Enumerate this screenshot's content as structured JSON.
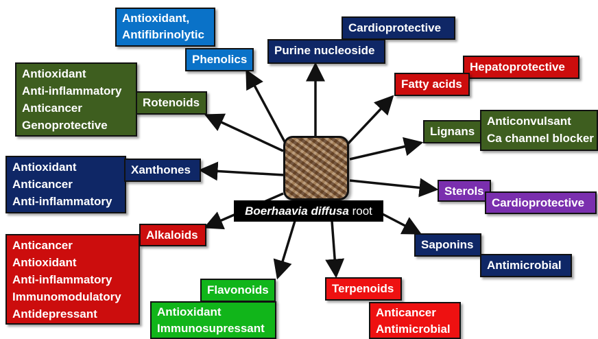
{
  "center": {
    "label_scientific": "Boerhaavia diffusa",
    "label_part": "root"
  },
  "groups": {
    "phenolics": {
      "name": "Phenolics",
      "activities": [
        "Antioxidant,",
        "Antifibrinolytic"
      ]
    },
    "purine": {
      "name": "Purine nucleoside",
      "activities": [
        "Cardioprotective"
      ]
    },
    "fatty_acids": {
      "name": "Fatty acids",
      "activities": [
        "Hepatoprotective"
      ]
    },
    "rotenoids": {
      "name": "Rotenoids",
      "activities": [
        "Antioxidant",
        "Anti-inflammatory",
        "Anticancer",
        "Genoprotective"
      ]
    },
    "lignans": {
      "name": "Lignans",
      "activities": [
        "Anticonvulsant",
        "Ca channel blocker"
      ]
    },
    "xanthones": {
      "name": "Xanthones",
      "activities": [
        "Antioxidant",
        "Anticancer",
        "Anti-inflammatory"
      ]
    },
    "sterols": {
      "name": "Sterols",
      "activities": [
        "Cardioprotective"
      ]
    },
    "alkaloids": {
      "name": "Alkaloids",
      "activities": [
        "Anticancer",
        "Antioxidant",
        "Anti-inflammatory",
        "Immunomodulatory",
        "Antidepressant"
      ]
    },
    "saponins": {
      "name": "Saponins",
      "activities": [
        "Antimicrobial"
      ]
    },
    "flavonoids": {
      "name": "Flavonoids",
      "activities": [
        "Antioxidant",
        "Immunosupressant"
      ]
    },
    "terpenoids": {
      "name": "Terpenoids",
      "activities": [
        "Anticancer",
        "Antimicrobial"
      ]
    }
  }
}
